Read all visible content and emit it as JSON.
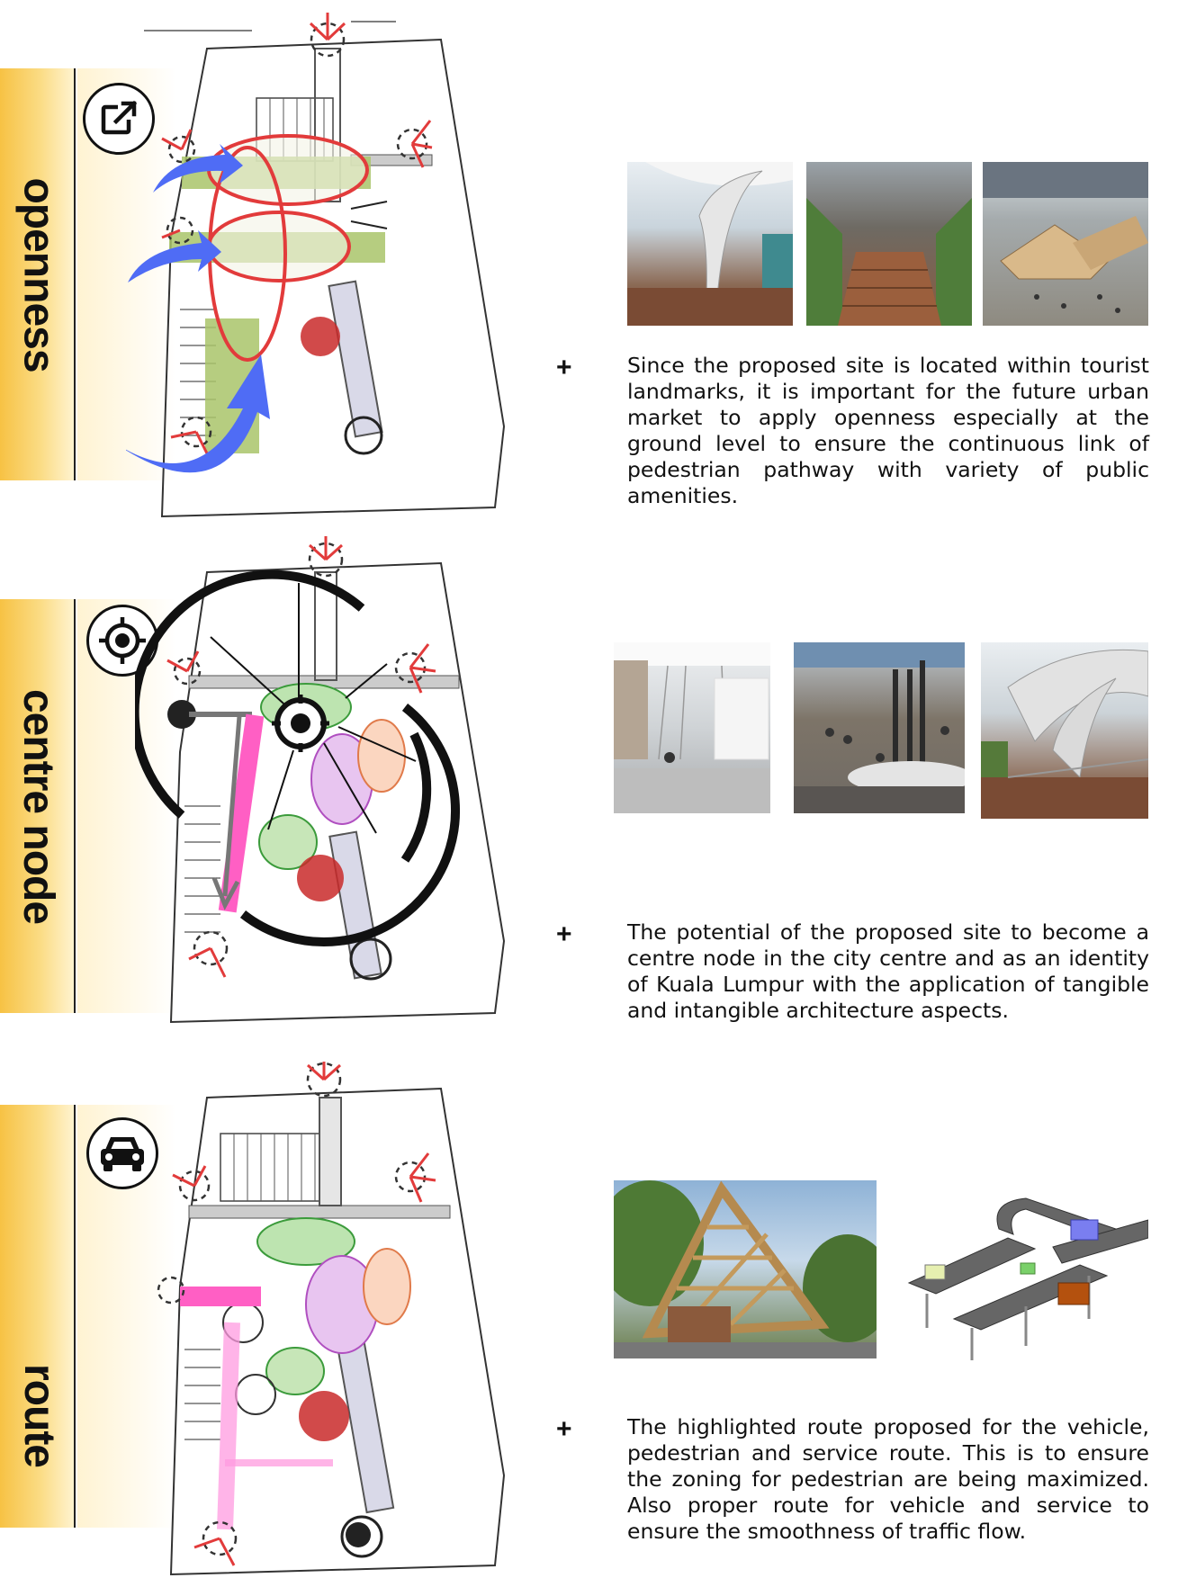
{
  "sections": [
    {
      "label": "openness",
      "icon": "external-link-icon",
      "description": "Since the proposed site is located within tourist landmarks, it is important for the future urban market to apply openness especially at the ground level to ensure the continuous link of pedestrian pathway with variety of public amenities."
    },
    {
      "label": "centre node",
      "icon": "target-icon",
      "description": "The potential of the proposed site to become a centre node in the city centre and as an identity of Kuala Lumpur with the application of tangible and intangible architecture aspects."
    },
    {
      "label": "route",
      "icon": "car-icon",
      "description": "The highlighted route proposed for the vehicle, pedestrian and service route. This is to ensure the zoning for pedestrian are being maximized. Also proper route for vehicle and service to ensure the smoothness of traffic flow."
    }
  ],
  "plus_symbol": "+",
  "colors": {
    "tab_gold": "#f7c244",
    "sketch_red": "#e23b3b",
    "arrow_blue": "#4f6cf5",
    "highlight_green": "#a9c46a",
    "highlight_pink": "#ff5fc4"
  }
}
